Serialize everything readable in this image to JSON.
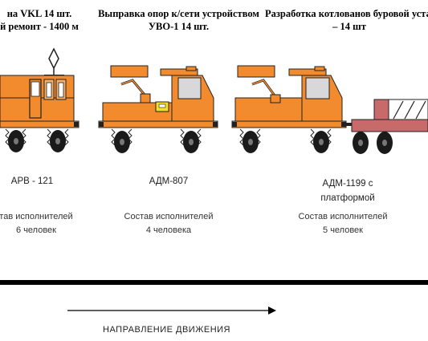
{
  "colors": {
    "body": "#f28a2e",
    "outline": "#222222",
    "platform": "#c96a6a",
    "window": "#f5b06a",
    "cab_gray": "#d8d8d8",
    "yellow": "#f6e021"
  },
  "headers": [
    {
      "line1": "на VKL 14 шт.",
      "line2": "й ремонт  - 1400 м"
    },
    {
      "line1": "Выправка опор к/сети устройством",
      "line2": "УВО-1 14 шт."
    },
    {
      "line1": "Разработка котлованов буровой устан",
      "line2": "– 14 шт"
    }
  ],
  "vehicles": [
    {
      "name": "АРВ - 121",
      "crew_line1": "тав  исполнителей",
      "crew_line2": "6 человек"
    },
    {
      "name": "АДМ-807",
      "crew_line1": "Состав  исполнителей",
      "crew_line2": "4 человека"
    },
    {
      "name_line1": "АДМ-1199 с",
      "name_line2": "платформой",
      "crew_line1": "Состав  исполнителей",
      "crew_line2": "5 человек"
    }
  ],
  "direction_label": "НАПРАВЛЕНИЕ ДВИЖЕНИЯ"
}
